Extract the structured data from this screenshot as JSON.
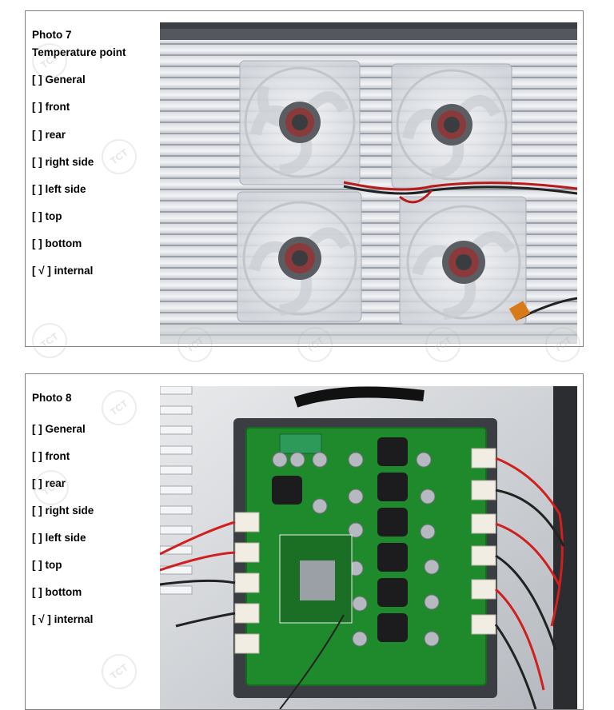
{
  "sections": [
    {
      "heading": "Photo 7",
      "subheading": "Temperature point",
      "options": [
        "[    ] General",
        "[    ] front",
        "[    ] rear",
        "[    ] right side",
        "[    ] left side",
        "[    ] top",
        "[    ] bottom",
        "[ √ ] internal"
      ],
      "photo_icon": "fan-array-photo"
    },
    {
      "heading": "Photo 8",
      "options": [
        "[    ] General",
        "[    ] front",
        "[    ] rear",
        "[    ] right side",
        "[    ] left side",
        "[    ] top",
        "[    ] bottom",
        "[ √ ] internal"
      ],
      "photo_icon": "circuit-board-photo"
    }
  ],
  "watermark": "TCT",
  "colors": {
    "border": "#7f7f7f",
    "pcb_green": "#1f8a2c",
    "wire_red": "#d21f1f"
  }
}
